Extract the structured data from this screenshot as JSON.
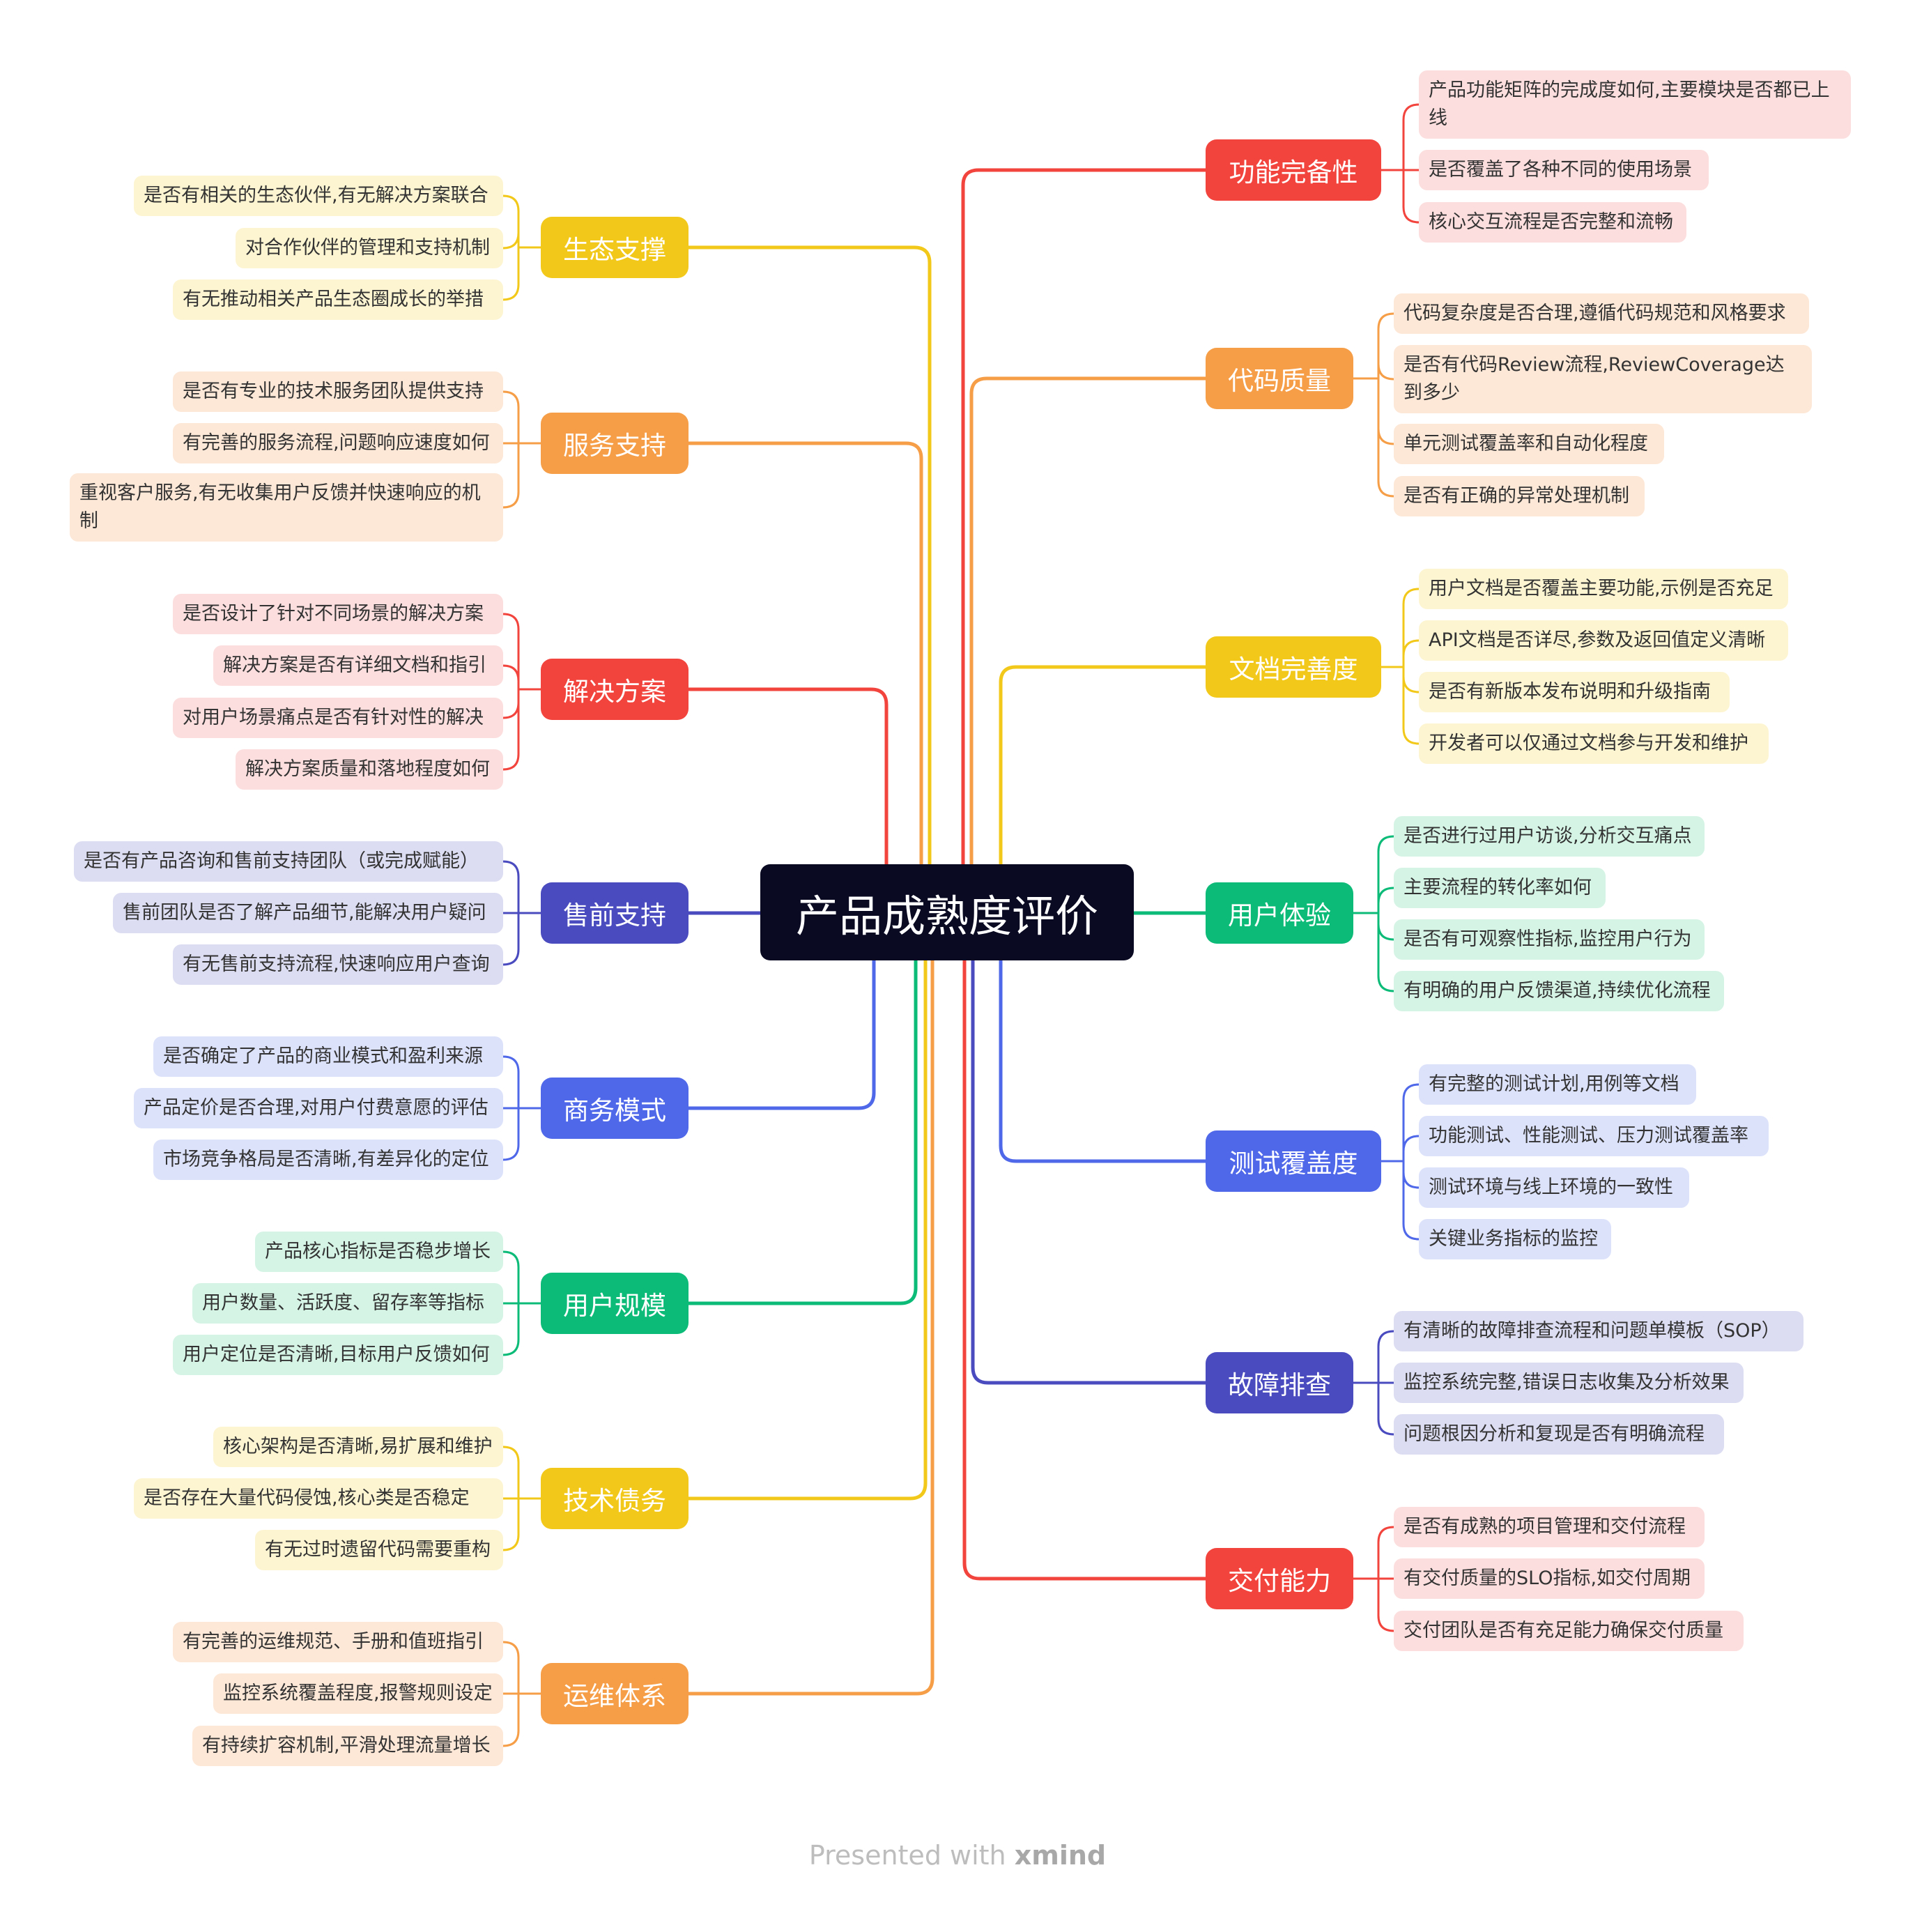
{
  "center_label": "产品成熟度评价",
  "watermark": {
    "prefix": "Presented with",
    "brand": "xmind"
  },
  "colors": {
    "red": "#f2443d",
    "orange": "#f59e47",
    "yellow": "#f2c91a",
    "green": "#0dbb78",
    "indigo": "#4a4bbf",
    "blue": "#4f68ea",
    "leaf_red": "#fcdede",
    "leaf_orange": "#fde7d6",
    "leaf_yellow": "#fdf5d1",
    "leaf_green": "#d5f4e6",
    "leaf_indigo": "#dcdcf2",
    "leaf_blue": "#dde2fb"
  },
  "left_branches": [
    {
      "label": "生态支撑",
      "color": "yellow",
      "leaves": [
        "是否有相关的生态伙伴,有无解决方案联合",
        "对合作伙伴的管理和支持机制",
        "有无推动相关产品生态圈成长的举措"
      ]
    },
    {
      "label": "服务支持",
      "color": "orange",
      "leaves": [
        "是否有专业的技术服务团队提供支持",
        "有完善的服务流程,问题响应速度如何",
        "重视客户服务,有无收集用户反馈并快速响应的机制"
      ]
    },
    {
      "label": "解决方案",
      "color": "red",
      "leaves": [
        "是否设计了针对不同场景的解决方案",
        "解决方案是否有详细文档和指引",
        "对用户场景痛点是否有针对性的解决",
        "解决方案质量和落地程度如何"
      ]
    },
    {
      "label": "售前支持",
      "color": "indigo",
      "leaves": [
        "是否有产品咨询和售前支持团队（或完成赋能）",
        "售前团队是否了解产品细节,能解决用户疑问",
        "有无售前支持流程,快速响应用户查询"
      ]
    },
    {
      "label": "商务模式",
      "color": "blue",
      "leaves": [
        "是否确定了产品的商业模式和盈利来源",
        "产品定价是否合理,对用户付费意愿的评估",
        "市场竞争格局是否清晰,有差异化的定位"
      ]
    },
    {
      "label": "用户规模",
      "color": "green",
      "leaves": [
        "产品核心指标是否稳步增长",
        "用户数量、活跃度、留存率等指标",
        "用户定位是否清晰,目标用户反馈如何"
      ]
    },
    {
      "label": "技术债务",
      "color": "yellow",
      "leaves": [
        "核心架构是否清晰,易扩展和维护",
        "是否存在大量代码侵蚀,核心类是否稳定",
        "有无过时遗留代码需要重构"
      ]
    },
    {
      "label": "运维体系",
      "color": "orange",
      "leaves": [
        "有完善的运维规范、手册和值班指引",
        "监控系统覆盖程度,报警规则设定",
        "有持续扩容机制,平滑处理流量增长"
      ]
    }
  ],
  "right_branches": [
    {
      "label": "功能完备性",
      "color": "red",
      "leaves": [
        "产品功能矩阵的完成度如何,主要模块是否都已上线",
        "是否覆盖了各种不同的使用场景",
        "核心交互流程是否完整和流畅"
      ]
    },
    {
      "label": "代码质量",
      "color": "orange",
      "leaves": [
        "代码复杂度是否合理,遵循代码规范和风格要求",
        "是否有代码Review流程,ReviewCoverage达到多少",
        "单元测试覆盖率和自动化程度",
        "是否有正确的异常处理机制"
      ]
    },
    {
      "label": "文档完善度",
      "color": "yellow",
      "leaves": [
        "用户文档是否覆盖主要功能,示例是否充足",
        "API文档是否详尽,参数及返回值定义清晰",
        "是否有新版本发布说明和升级指南",
        "开发者可以仅通过文档参与开发和维护"
      ]
    },
    {
      "label": "用户体验",
      "color": "green",
      "leaves": [
        "是否进行过用户访谈,分析交互痛点",
        "主要流程的转化率如何",
        "是否有可观察性指标,监控用户行为",
        "有明确的用户反馈渠道,持续优化流程"
      ]
    },
    {
      "label": "测试覆盖度",
      "color": "blue",
      "leaves": [
        "有完整的测试计划,用例等文档",
        "功能测试、性能测试、压力测试覆盖率",
        "测试环境与线上环境的一致性",
        "关键业务指标的监控"
      ]
    },
    {
      "label": "故障排查",
      "color": "indigo",
      "leaves": [
        "有清晰的故障排查流程和问题单模板（SOP）",
        "监控系统完整,错误日志收集及分析效果",
        "问题根因分析和复现是否有明确流程"
      ]
    },
    {
      "label": "交付能力",
      "color": "red",
      "leaves": [
        "是否有成熟的项目管理和交付流程",
        "有交付质量的SLO指标,如交付周期",
        "交付团队是否有充足能力确保交付质量"
      ]
    }
  ]
}
